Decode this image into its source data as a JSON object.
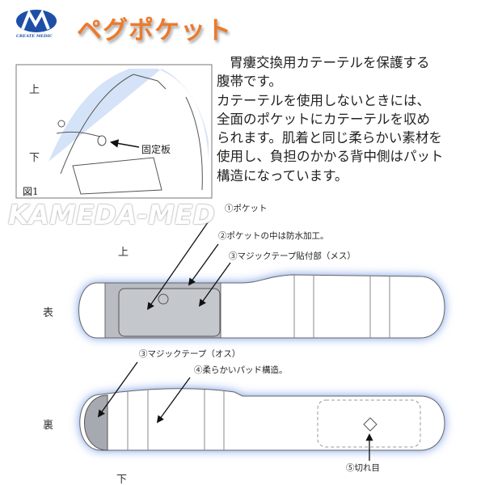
{
  "logo": {
    "letter": "M",
    "text": "CREATE MEDIC",
    "color": "#1d4fa8"
  },
  "title": "ペグポケット",
  "figure": {
    "up": "上",
    "down": "下",
    "plate_label": "固定板",
    "caption": "図1"
  },
  "description": [
    "胃瘻交換用カテーテルを保護する",
    "腹帯です。",
    "カテーテルを使用しないときには、",
    "全面のポケットにカテーテルを収め",
    "られます。肌着と同じ柔らかい素材を",
    "使用し、負担のかかる背中側はパット",
    "構造になっています。"
  ],
  "watermark": "KAMEDA-MED",
  "front": {
    "side": "表",
    "up": "上",
    "labels": [
      "①ポケット",
      "②ポケットの中は防水加工。",
      "③マジックテープ貼付部（メス）"
    ]
  },
  "back": {
    "side": "裏",
    "down": "下",
    "labels": [
      "③マジックテープ（オス）",
      "④柔らかいパッド構造。",
      "⑤切れ目"
    ]
  },
  "colors": {
    "title": "#ec7a2c",
    "glow": "#6f95e6",
    "pocket": "#b9bcc2"
  }
}
